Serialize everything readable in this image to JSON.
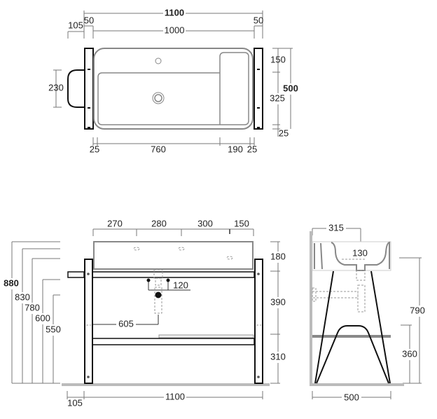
{
  "top_view": {
    "overall_width": "1100",
    "towel_bar_offset": "105",
    "leg_left": "50",
    "leg_right": "50",
    "basin_width": "1000",
    "towel_bar_height": "230",
    "depth_back": "150",
    "depth_total": "500",
    "depth_bowl": "325",
    "depth_front": "25",
    "margin_left": "25",
    "bowl_width": "760",
    "shelf_width": "190",
    "margin_right": "25"
  },
  "front_view": {
    "hole_spacing": [
      "270",
      "280",
      "300",
      "150"
    ],
    "height_880": "880",
    "height_830": "830",
    "height_780": "780",
    "height_600": "600",
    "height_550": "550",
    "basin_height": "180",
    "frame_gap": "390",
    "shelf_height": "310",
    "valve_spacing": "120",
    "drain_offset": "605",
    "towel_bar_offset": "105",
    "overall_width": "1100"
  },
  "side_view": {
    "basin_depth": "315",
    "drain_offset": "130",
    "height_790": "790",
    "height_360": "360",
    "frame_depth": "500"
  },
  "colors": {
    "ink": "#111111",
    "dimension": "#777777",
    "floor": "#bbbbbb"
  }
}
